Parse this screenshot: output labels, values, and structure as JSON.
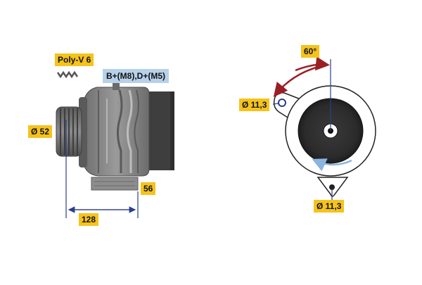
{
  "labels": {
    "poly_v": "Poly-V 6",
    "terminals": "B+(M8),D+(M5)",
    "pulley_diameter": "Ø 52",
    "height_dim": "56",
    "length_dim": "128",
    "angle": "60°",
    "hole_top": "Ø 11,3",
    "hole_bottom": "Ø 11,3"
  },
  "colors": {
    "label_bg": "#f5c31c",
    "terminal_bg": "#b7d1ea",
    "dimension_line": "#2b3f8a",
    "angle_arrow": "#9a1f24",
    "rotation_arrow": "#8ab4e0"
  },
  "icons": {
    "belt_profile": "poly-v-belt-icon",
    "rotation": "rotation-arrow-icon"
  }
}
